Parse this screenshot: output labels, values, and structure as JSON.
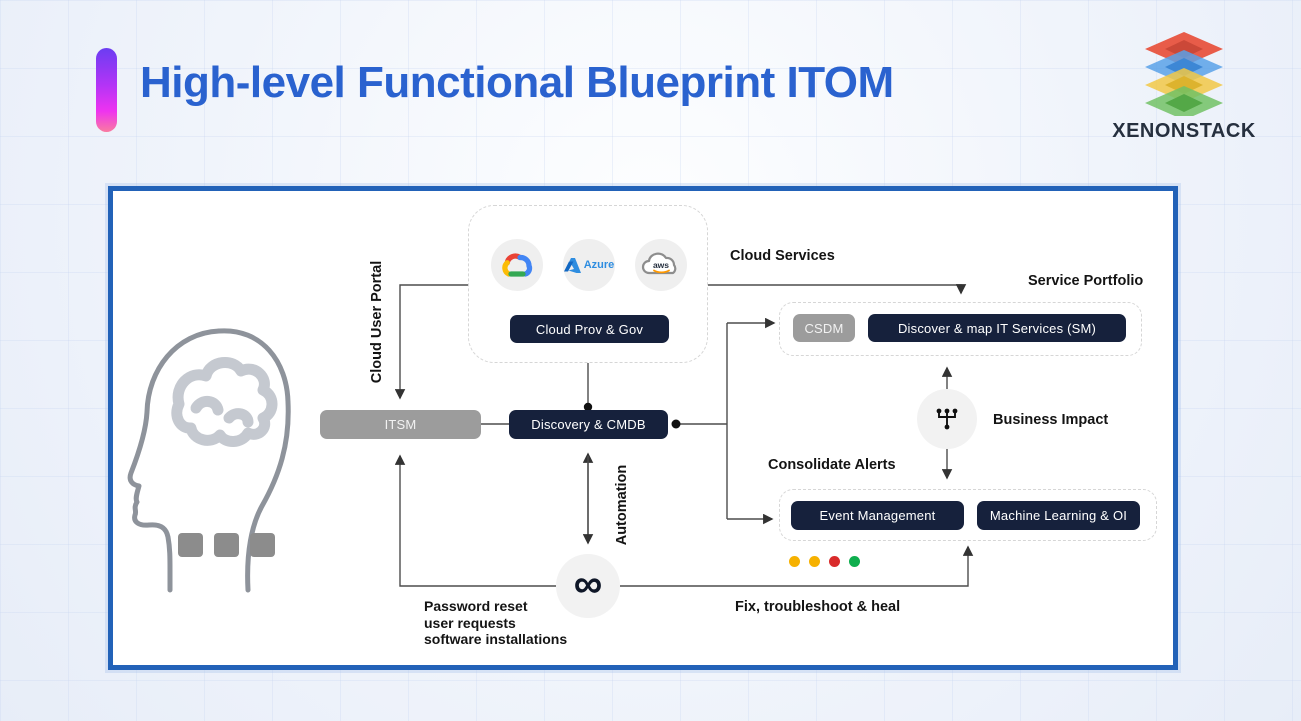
{
  "header": {
    "title": "High-level Functional Blueprint ITOM",
    "brand": "XENONSTACK"
  },
  "colors": {
    "title_blue": "#2a62cf",
    "frame_blue": "#2262b8",
    "node_navy": "#16213c",
    "node_gray": "#9c9c9c",
    "accent_gradient_top": "#6b3df2",
    "accent_gradient_bottom": "#f97ba0"
  },
  "diagram": {
    "cloud_box": {
      "providers": [
        {
          "id": "google-cloud",
          "label": ""
        },
        {
          "id": "azure",
          "label": "Azure"
        },
        {
          "id": "aws",
          "label": "aws"
        }
      ],
      "button": "Cloud Prov & Gov"
    },
    "nodes": {
      "itsm": "ITSM",
      "discovery": "Discovery & CMDB",
      "csdm": "CSDM",
      "discover_map": "Discover & map IT Services (SM)",
      "event_mgmt": "Event Management",
      "ml_oi": "Machine Learning & OI"
    },
    "labels": {
      "cloud_services": "Cloud Services",
      "service_portfolio": "Service Portfolio",
      "business_impact": "Business Impact",
      "consolidate_alerts": "Consolidate Alerts",
      "cloud_user_portal": "Cloud User Portal",
      "automation": "Automation",
      "fix_heal": "Fix, troubleshoot & heal",
      "password_lines": [
        "Password reset",
        "user requests",
        "software installations"
      ]
    },
    "infinity": "∞",
    "status_dots": [
      "#F6B100",
      "#F6B100",
      "#D92B2B",
      "#0FAE4E"
    ]
  }
}
